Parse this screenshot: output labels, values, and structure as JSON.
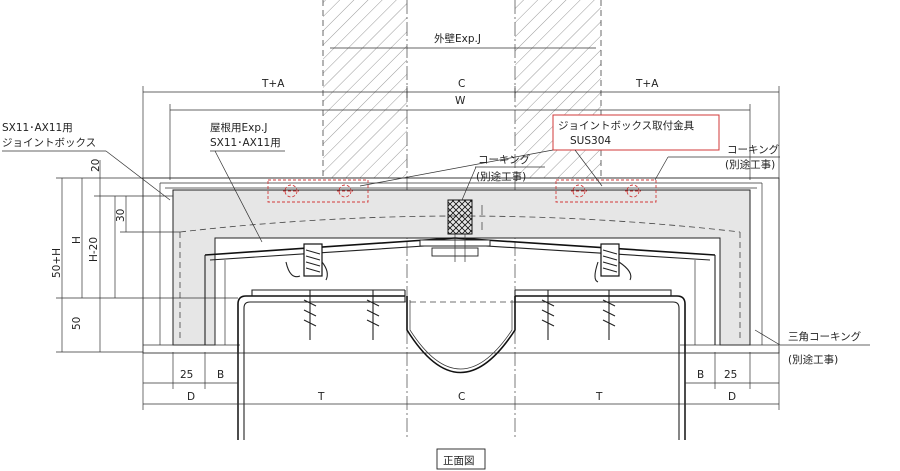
{
  "labels": {
    "outer_wall_expj": "外壁Exp.J",
    "t_plus_a_left": "T+A",
    "t_plus_a_right": "T+A",
    "c_top": "C",
    "w": "W",
    "sx11_joint_box_line1": "SX11･AX11用",
    "sx11_joint_box_line2": "ジョイントボックス",
    "roof_expj_line1": "屋根用Exp.J",
    "roof_expj_line2": "SX11･AX11用",
    "bracket_line1": "ジョイントボックス取付金具",
    "bracket_line2": "SUS304",
    "caulking_right_line1": "コーキング",
    "caulking_right_line2": "(別途工事)",
    "caulking_center_line1": "コーキング",
    "caulking_center_line2": "(別途工事)",
    "triangle_caulking_line1": "三角コーキング",
    "triangle_caulking_line2": "(別途工事)",
    "front_view": "正面図"
  },
  "dims": {
    "d20": "20",
    "d30": "30",
    "dH": "H",
    "dH20": "H-20",
    "d50H": "50+H",
    "d50": "50",
    "d25_left": "25",
    "dB_left": "B",
    "dD_left": "D",
    "dT_left": "T",
    "dC_bottom": "C",
    "dT_right": "T",
    "dB_right": "B",
    "d25_right": "25",
    "dD_right": "D"
  },
  "colors": {
    "line": "#222222",
    "accent": "#d23a3a",
    "box_fill": "#e6e6e6"
  }
}
